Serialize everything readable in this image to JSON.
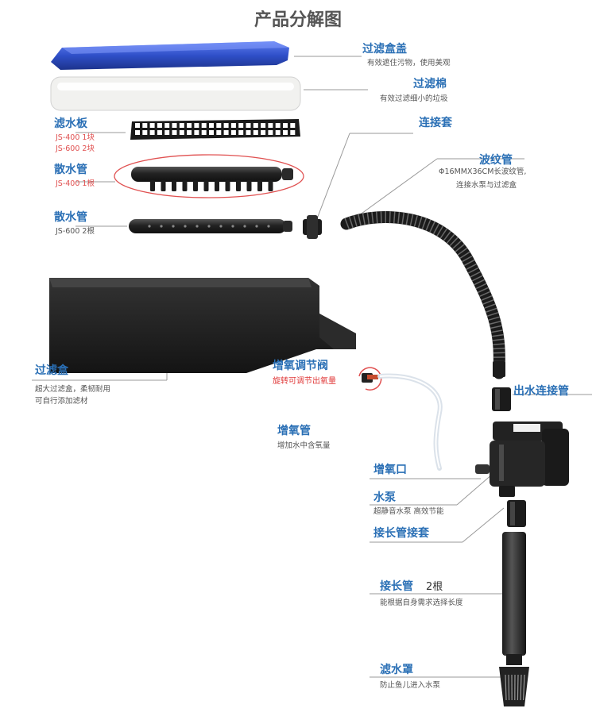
{
  "title": "产品分解图",
  "parts": {
    "lid": {
      "name": "过滤盒盖",
      "desc": "有效遮住污物，使用美观"
    },
    "cotton": {
      "name": "过滤棉",
      "desc": "有效过滤细小的垃圾"
    },
    "plate": {
      "name": "滤水板",
      "spec1": "JS-400 1块",
      "spec2": "JS-600 2块"
    },
    "spray1": {
      "name": "散水管",
      "spec": "JS-400 1根"
    },
    "spray2": {
      "name": "散水管",
      "spec": "JS-600 2根"
    },
    "connector": {
      "name": "连接套"
    },
    "hose": {
      "name": "波纹管",
      "desc1": "Φ16MMX36CM长波纹管,",
      "desc2": "连接水泵与过滤盒"
    },
    "box": {
      "name": "过滤盒",
      "desc1": "超大过滤盒，柔韧耐用",
      "desc2": "可自行添加滤材"
    },
    "valve": {
      "name": "增氧调节阀",
      "desc": "旋转可调节出氧量"
    },
    "outlet": {
      "name": "出水连接管"
    },
    "airtube": {
      "name": "增氧管",
      "desc": "增加水中含氧量"
    },
    "airport": {
      "name": "增氧口"
    },
    "pump": {
      "name": "水泵",
      "desc": "超静音水泵 高效节能"
    },
    "sleeve": {
      "name": "接长管接套"
    },
    "ext": {
      "name": "接长管",
      "qty": "2根",
      "desc": "能根据自身需求选择长度"
    },
    "strainer": {
      "name": "滤水罩",
      "desc": "防止鱼儿进入水泵"
    }
  },
  "colors": {
    "label": "#2a6fb5",
    "accent": "#e05050",
    "lid": "#2f4fc8",
    "plastic": "#222222",
    "line": "#999999"
  }
}
